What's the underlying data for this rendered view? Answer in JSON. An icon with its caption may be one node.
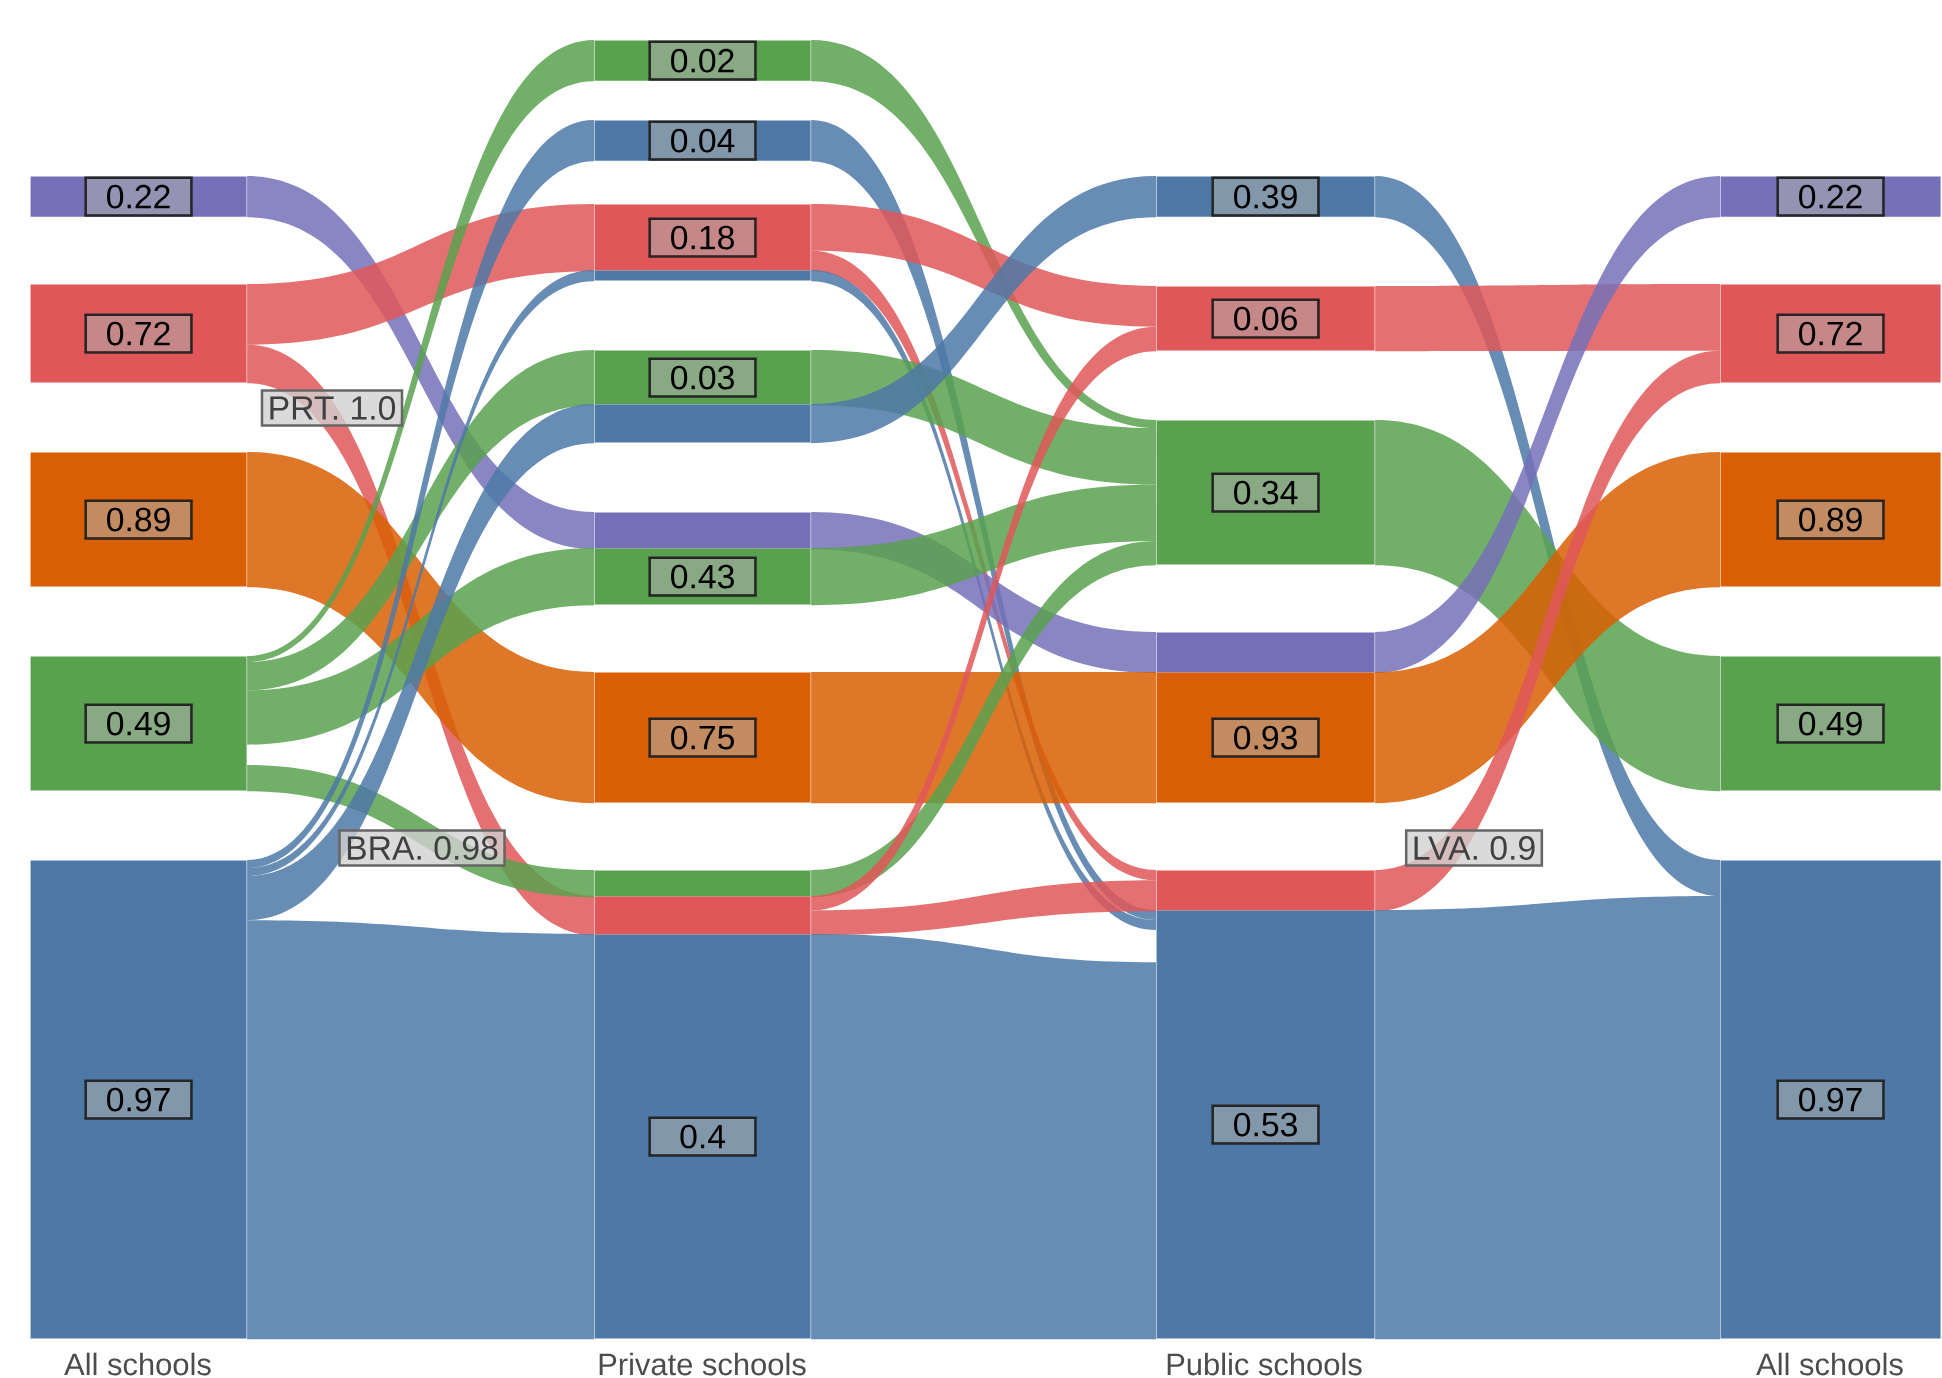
{
  "diagram": {
    "nodes": [
      {
        "text": [
          "0.22"
        ]
      },
      {
        "text": [
          "0.72"
        ]
      },
      {
        "text": [
          "0.89"
        ]
      },
      {
        "text": [
          "0.49"
        ]
      },
      {
        "text": [
          "0.97"
        ]
      },
      {
        "text": [
          "0.02"
        ]
      },
      {
        "text": [
          "0.04"
        ]
      },
      {
        "text": [
          "0.18"
        ]
      },
      {
        "text": [],
        "shape": "bar"
      },
      {
        "text": [
          "0.03"
        ]
      },
      {
        "text": [],
        "shape": "bar"
      },
      {
        "text": [],
        "shape": "bar"
      },
      {
        "text": [
          "0.43"
        ]
      },
      {
        "text": [
          "0.75"
        ]
      },
      {
        "text": [],
        "shape": "bar"
      },
      {
        "text": [],
        "shape": "bar"
      },
      {
        "text": [
          "0.4"
        ]
      },
      {
        "text": [
          "0.39"
        ]
      },
      {
        "text": [
          "0.06"
        ]
      },
      {
        "text": [
          "0.34"
        ]
      },
      {
        "text": [],
        "shape": "bar"
      },
      {
        "text": [
          "0.93"
        ]
      },
      {
        "text": [],
        "shape": "bar"
      },
      {
        "text": [
          "0.53"
        ]
      },
      {
        "text": [
          "0.22"
        ]
      },
      {
        "text": [
          "0.72"
        ]
      },
      {
        "text": [
          "0.89"
        ]
      },
      {
        "text": [
          "0.49"
        ]
      },
      {
        "text": [
          "0.97"
        ]
      }
    ],
    "edges": [
      {
        "from": 0,
        "to": 11,
        "arrow": "none",
        "color": "#7570b8"
      },
      {
        "from": 1,
        "to": 7,
        "arrow": "none",
        "color": "#e15759"
      },
      {
        "from": 1,
        "to": 15,
        "arrow": "none",
        "color": "#e15759"
      },
      {
        "from": 2,
        "to": 13,
        "arrow": "none",
        "color": "#d95f02"
      },
      {
        "from": 3,
        "to": 5,
        "arrow": "none",
        "color": "#59a14f"
      },
      {
        "from": 3,
        "to": 9,
        "arrow": "none",
        "color": "#59a14f"
      },
      {
        "from": 3,
        "to": 12,
        "arrow": "none",
        "color": "#59a14f"
      },
      {
        "from": 3,
        "to": 14,
        "arrow": "none",
        "color": "#59a14f"
      },
      {
        "from": 4,
        "to": 6,
        "arrow": "none",
        "color": "#4e79a7"
      },
      {
        "from": 4,
        "to": 8,
        "arrow": "none",
        "color": "#4e79a7"
      },
      {
        "from": 4,
        "to": 10,
        "arrow": "none",
        "color": "#4e79a7"
      },
      {
        "from": 4,
        "to": 16,
        "arrow": "none",
        "color": "#4e79a7"
      },
      {
        "from": 5,
        "to": 19,
        "arrow": "none",
        "color": "#59a14f"
      },
      {
        "from": 6,
        "to": 23,
        "arrow": "none",
        "color": "#4e79a7"
      },
      {
        "from": 7,
        "to": 18,
        "arrow": "none",
        "color": "#e15759"
      },
      {
        "from": 7,
        "to": 22,
        "arrow": "none",
        "color": "#e15759"
      },
      {
        "from": 8,
        "to": 23,
        "arrow": "none",
        "color": "#4e79a7"
      },
      {
        "from": 9,
        "to": 19,
        "arrow": "none",
        "color": "#59a14f"
      },
      {
        "from": 10,
        "to": 17,
        "arrow": "none",
        "color": "#4e79a7"
      },
      {
        "from": 11,
        "to": 20,
        "arrow": "none",
        "color": "#7570b8"
      },
      {
        "from": 12,
        "to": 19,
        "arrow": "none",
        "color": "#59a14f"
      },
      {
        "from": 13,
        "to": 21,
        "arrow": "none",
        "color": "#d95f02"
      },
      {
        "from": 14,
        "to": 19,
        "arrow": "none",
        "color": "#59a14f"
      },
      {
        "from": 15,
        "to": 18,
        "arrow": "none",
        "color": "#e15759"
      },
      {
        "from": 15,
        "to": 22,
        "arrow": "none",
        "color": "#e15759"
      },
      {
        "from": 16,
        "to": 23,
        "arrow": "none",
        "color": "#4e79a7"
      },
      {
        "from": 17,
        "to": 28,
        "arrow": "none",
        "color": "#4e79a7"
      },
      {
        "from": 18,
        "to": 25,
        "arrow": "none",
        "color": "#e15759"
      },
      {
        "from": 19,
        "to": 27,
        "arrow": "none",
        "color": "#59a14f"
      },
      {
        "from": 20,
        "to": 24,
        "arrow": "none",
        "color": "#7570b8"
      },
      {
        "from": 21,
        "to": 26,
        "arrow": "none",
        "color": "#d95f02"
      },
      {
        "from": 22,
        "to": 25,
        "arrow": "none",
        "color": "#e15759"
      },
      {
        "from": 23,
        "to": 28,
        "arrow": "none",
        "color": "#4e79a7"
      }
    ],
    "labels": [
      "PRT. 1.0",
      "BRA. 0.98",
      "LVA. 0.9",
      "All schools",
      "Private schools",
      "Public schools",
      "All schools"
    ]
  }
}
